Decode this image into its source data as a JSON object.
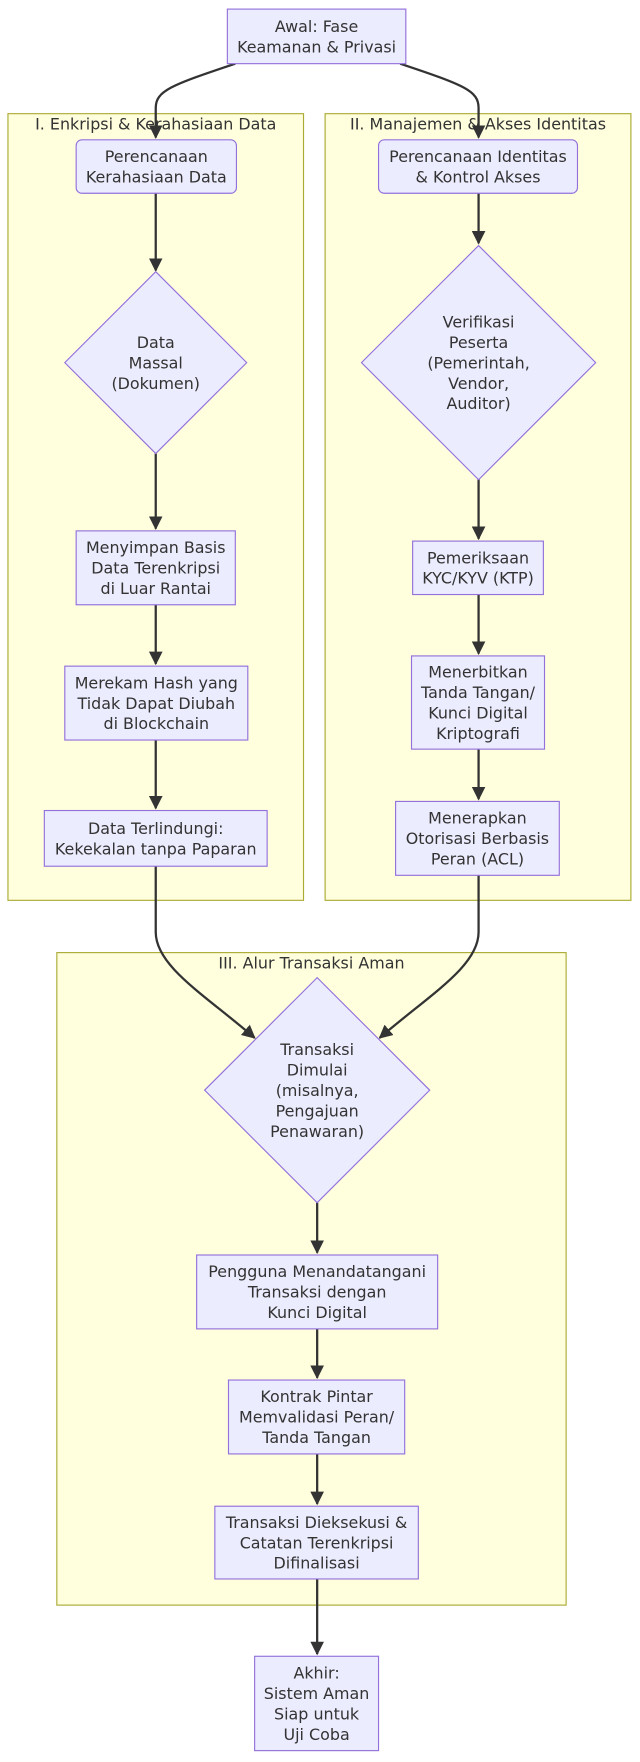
{
  "colors": {
    "node_fill": "#ECECFF",
    "node_stroke": "#9370DB",
    "cluster_fill": "#FFFFDE",
    "cluster_stroke": "#AAAA33",
    "edge": "#333333"
  },
  "start": [
    "Awal: Fase",
    "Keamanan & Privasi"
  ],
  "clusters": {
    "c1": "I. Enkripsi & Kerahasiaan Data",
    "c2": "II. Manajemen & Akses Identitas",
    "c3": "III. Alur Transaksi Aman"
  },
  "nodes": {
    "a1": [
      "Perencanaan",
      "Kerahasiaan Data"
    ],
    "a2": [
      "Data",
      "Massal",
      "(Dokumen)"
    ],
    "a3": [
      "Menyimpan Basis",
      "Data Terenkripsi",
      "di Luar Rantai"
    ],
    "a4": [
      "Merekam Hash yang",
      "Tidak Dapat Diubah",
      "di Blockchain"
    ],
    "a5": [
      "Data Terlindungi:",
      "Kekekalan tanpa Paparan"
    ],
    "b1": [
      "Perencanaan Identitas",
      "& Kontrol Akses"
    ],
    "b2": [
      "Verifikasi",
      "Peserta",
      "(Pemerintah,",
      "Vendor,",
      "Auditor)"
    ],
    "b3": [
      "Pemeriksaan",
      "KYC/KYV (KTP)"
    ],
    "b4": [
      "Menerbitkan",
      "Tanda Tangan/",
      "Kunci Digital",
      "Kriptografi"
    ],
    "b5": [
      "Menerapkan",
      "Otorisasi Berbasis",
      "Peran (ACL)"
    ],
    "c1": [
      "Transaksi",
      "Dimulai",
      "(misalnya,",
      "Pengajuan",
      "Penawaran)"
    ],
    "c2": [
      "Pengguna Menandatangani",
      "Transaksi dengan",
      "Kunci Digital"
    ],
    "c3": [
      "Kontrak Pintar",
      "Memvalidasi Peran/",
      "Tanda Tangan"
    ],
    "c4": [
      "Transaksi Dieksekusi &",
      "Catatan Terenkripsi",
      "Difinalisasi"
    ]
  },
  "end": [
    "Akhir:",
    "Sistem Aman",
    "Siap untuk",
    "Uji Coba"
  ]
}
